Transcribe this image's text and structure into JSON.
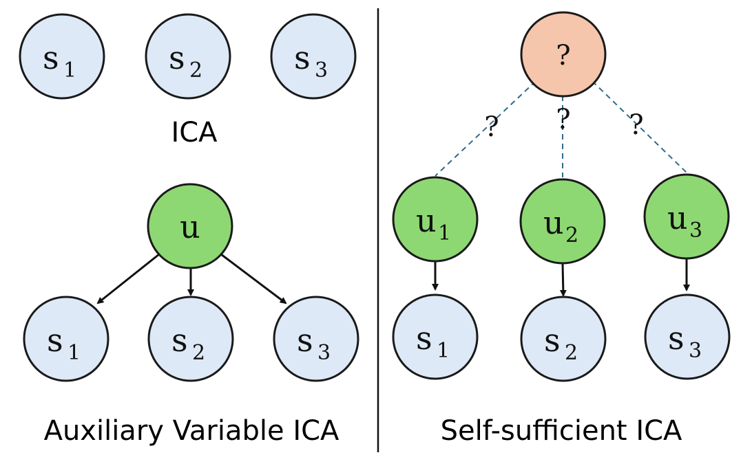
{
  "captions": {
    "ica": "ICA",
    "auxiliary": "Auxiliary Variable ICA",
    "self_sufficient": "Self-sufficient ICA"
  },
  "ica_panel": {
    "sources": [
      {
        "base": "s",
        "sub": "1"
      },
      {
        "base": "s",
        "sub": "2"
      },
      {
        "base": "s",
        "sub": "3"
      }
    ]
  },
  "auxiliary_panel": {
    "aux": {
      "base": "u",
      "sub": ""
    },
    "sources": [
      {
        "base": "s",
        "sub": "1"
      },
      {
        "base": "s",
        "sub": "2"
      },
      {
        "base": "s",
        "sub": "3"
      }
    ]
  },
  "self_panel": {
    "unknown": "?",
    "edge_marks": [
      "?",
      "?",
      "?"
    ],
    "aux": [
      {
        "base": "u",
        "sub": "1"
      },
      {
        "base": "u",
        "sub": "2"
      },
      {
        "base": "u",
        "sub": "3"
      }
    ],
    "sources": [
      {
        "base": "s",
        "sub": "1"
      },
      {
        "base": "s",
        "sub": "2"
      },
      {
        "base": "s",
        "sub": "3"
      }
    ]
  },
  "colors": {
    "source_fill": "#dde9f6",
    "aux_fill": "#8ed873",
    "unknown_fill": "#f5c6ac",
    "dashed_edge": "#2e6b86"
  }
}
